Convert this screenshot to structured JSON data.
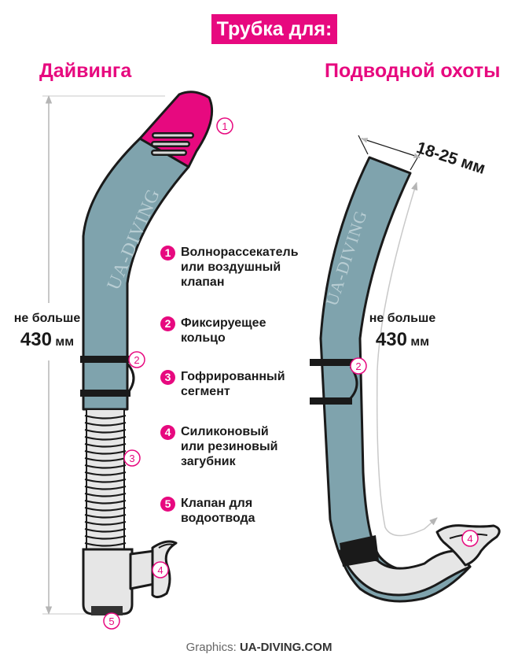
{
  "title": "Трубка для:",
  "headings": {
    "left": "Дайвинга",
    "right": "Подводной охоты"
  },
  "brand_on_tube": "UA-DIVING",
  "left_dimension": {
    "line1": "не больше",
    "line2": "430",
    "unit": "мм"
  },
  "right_dimension": {
    "line1": "не больше",
    "line2": "430",
    "unit": "мм"
  },
  "diameter_label": "18-25 мм",
  "callout_numbers": [
    "1",
    "2",
    "3",
    "4",
    "5"
  ],
  "legend": [
    {
      "num": "1",
      "text": "Волнорассекатель\nили воздушный\nклапан"
    },
    {
      "num": "2",
      "text": "Фиксируещее\nкольцо"
    },
    {
      "num": "3",
      "text": "Гофрированный\nсегмент"
    },
    {
      "num": "4",
      "text": "Силиконовый\nили резиновый\nзагубник"
    },
    {
      "num": "5",
      "text": "Клапан для\nводоотвода"
    }
  ],
  "credit": {
    "prefix": "Graphics:",
    "name": "UA-DIVING.COM"
  },
  "colors": {
    "accent": "#e7097f",
    "tube": "#7fa3ad",
    "dark": "#1a1a1a",
    "grey": "#d9d9d9"
  }
}
